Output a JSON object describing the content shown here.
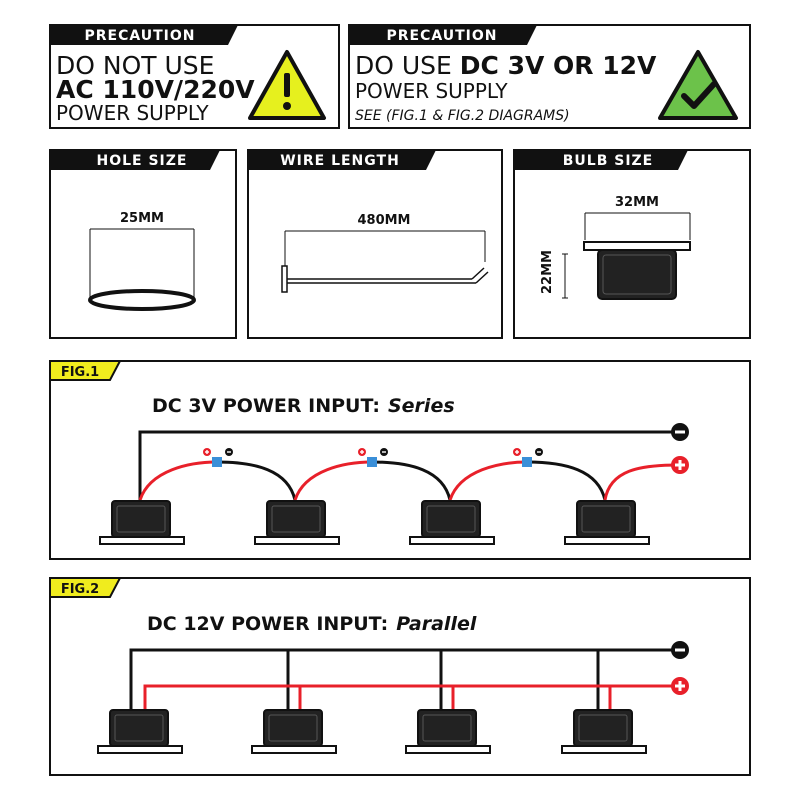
{
  "precaution_left": {
    "tab": "PRECAUTION",
    "line1": "DO NOT USE",
    "line2": "AC 110V/220V",
    "line3": "POWER SUPPLY",
    "icon": "warning-icon",
    "icon_color": "#e6f01e"
  },
  "precaution_right": {
    "tab": "PRECAUTION",
    "line1_prefix": "DO USE ",
    "line1_bold": "DC 3V OR 12V",
    "line2": "POWER SUPPLY",
    "line3": "SEE (FIG.1 & FIG.2 DIAGRAMS)",
    "icon": "check-icon",
    "icon_color": "#6cc24a"
  },
  "specs": {
    "hole": {
      "tab": "HOLE SIZE",
      "value": "25MM"
    },
    "wire": {
      "tab": "WIRE LENGTH",
      "value": "480MM"
    },
    "bulb": {
      "tab": "BULB SIZE",
      "width": "32MM",
      "height": "22MM"
    }
  },
  "fig1": {
    "tag": "FIG.1",
    "title_bold": "DC 3V POWER INPUT:",
    "title_italic": "Series",
    "plus": "+",
    "minus": "−"
  },
  "fig2": {
    "tag": "FIG.2",
    "title_bold": "DC 12V POWER INPUT:",
    "title_italic": "Parallel",
    "plus": "+",
    "minus": "−"
  },
  "colors": {
    "positive_wire": "#e8202a",
    "negative_wire": "#111111",
    "connector": "#3a8fd8",
    "fig_tag": "#f0ec1e"
  }
}
